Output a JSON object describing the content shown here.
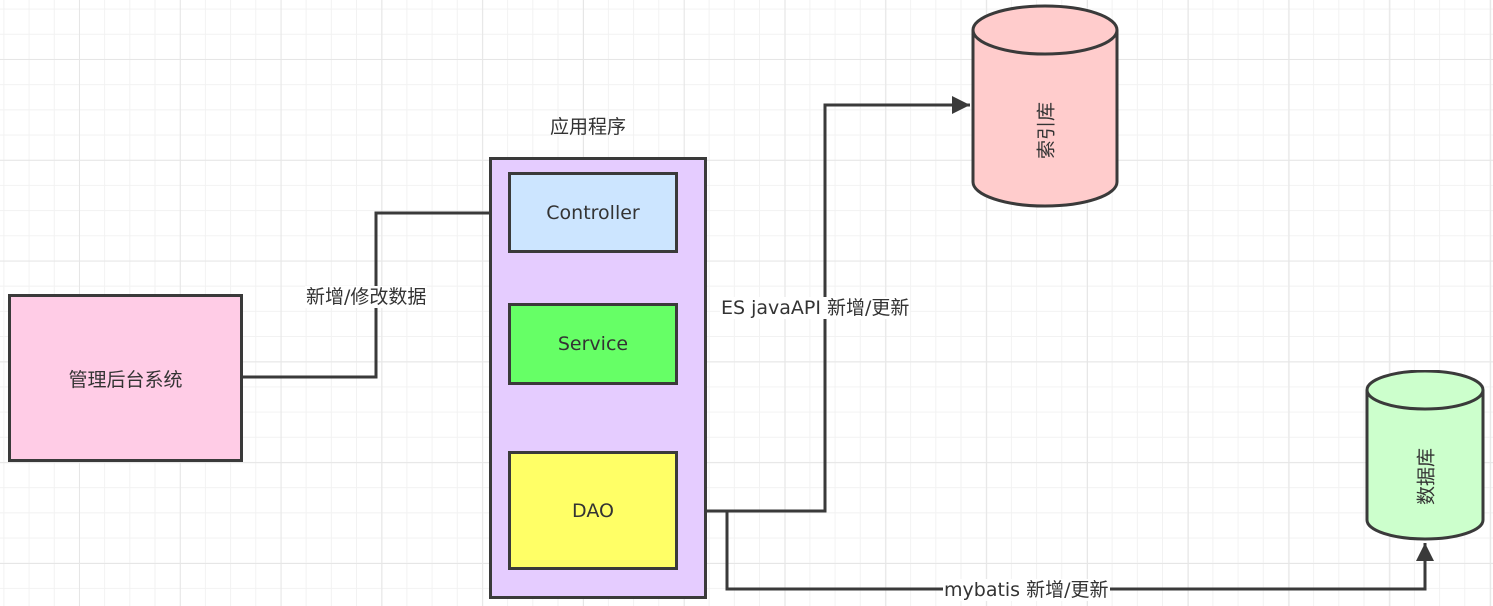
{
  "diagram": {
    "group": {
      "title": "应用程序",
      "fill": "#e5ccff"
    },
    "nodes": {
      "admin": {
        "label": "管理后台系统",
        "fill": "#ffcce6"
      },
      "controller": {
        "label": "Controller",
        "fill": "#cce5ff"
      },
      "service": {
        "label": "Service",
        "fill": "#66ff66"
      },
      "dao": {
        "label": "DAO",
        "fill": "#ffff66"
      },
      "index_db": {
        "label": "索引库",
        "fill": "#ffcccc"
      },
      "database": {
        "label": "数据库",
        "fill": "#ccffcc"
      }
    },
    "edges": {
      "admin_to_controller": {
        "label": "新增/修改数据"
      },
      "controller_to_service": {
        "label": ""
      },
      "service_to_dao": {
        "label": ""
      },
      "dao_to_index": {
        "label": "ES javaAPI 新增/更新"
      },
      "dao_to_database": {
        "label": "mybatis 新增/更新"
      }
    },
    "colors": {
      "stroke": "#3a3a3a",
      "text": "#333333",
      "grid_minor": "#f2f2f2",
      "grid_major": "#e6e6e6"
    }
  }
}
